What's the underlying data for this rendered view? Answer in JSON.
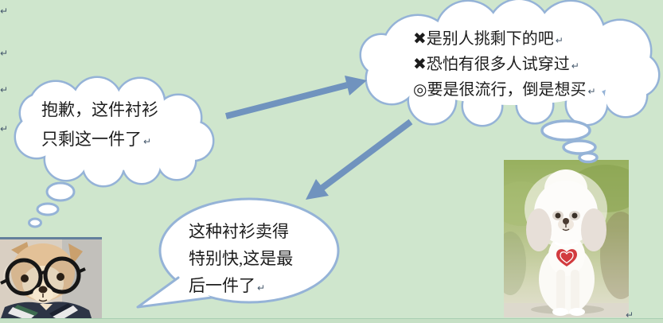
{
  "page": {
    "background_color": "#cfe6cd",
    "bottom_bar_color": "#c6e0c5"
  },
  "formatting_marks": {
    "left_margin": [
      "↵",
      "↵",
      "↵",
      "↵"
    ],
    "photo_corner": "↵"
  },
  "left_thought_cloud": {
    "lines": [
      {
        "text": "抱歉，这件衬衫",
        "mark": ""
      },
      {
        "text": "只剩这一件了",
        "mark": "↵"
      }
    ]
  },
  "right_thought_cloud": {
    "lines": [
      {
        "text": "✖是别人挑剩下的吧",
        "mark": "↵"
      },
      {
        "text": "✖恐怕有很多人试穿过",
        "mark": "↵"
      },
      {
        "text": "◎要是很流行，倒是想买",
        "mark": "↵"
      }
    ]
  },
  "speech_bubble": {
    "lines": [
      {
        "text": "这种衬衫卖得",
        "mark": ""
      },
      {
        "text": "特别快,这是最",
        "mark": ""
      },
      {
        "text": "后一件了",
        "mark": "↵"
      }
    ]
  },
  "photos": {
    "left": "dog-wearing-round-glasses",
    "right": "white-poodle-with-heart-tag"
  },
  "colors": {
    "shape_border": "#95b3d7",
    "shape_fill": "#ffffff",
    "arrow": "#7093be",
    "text": "#1c1c1c"
  }
}
